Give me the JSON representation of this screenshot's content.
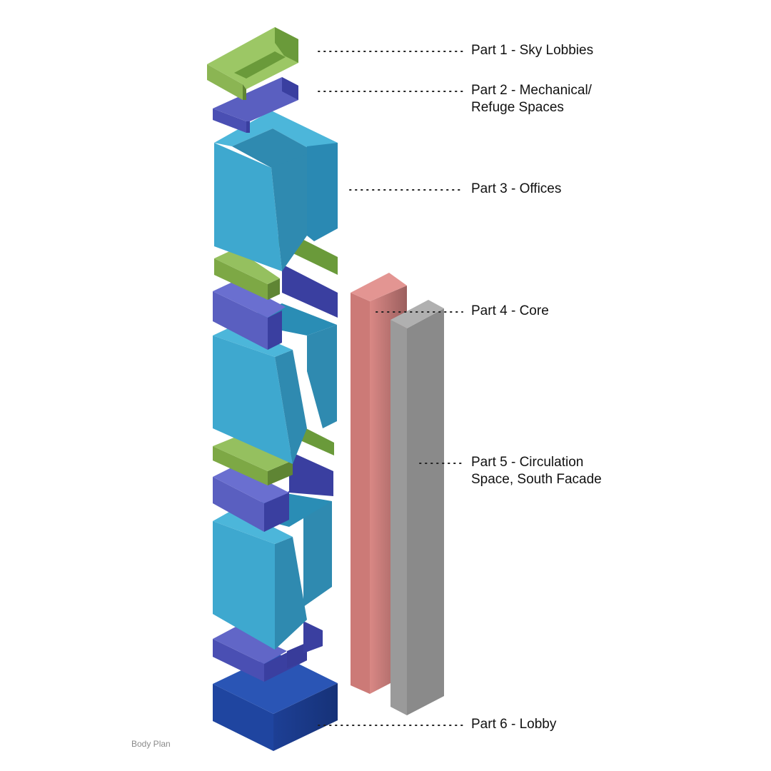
{
  "diagram": {
    "caption": "Body Plan",
    "parts": [
      {
        "id": "part-1",
        "label": "Part 1 - Sky Lobbies",
        "color": "#8bb553"
      },
      {
        "id": "part-2",
        "label": "Part 2 - Mechanical/\nRefuge Spaces",
        "color": "#4a4fb3"
      },
      {
        "id": "part-3",
        "label": "Part 3 - Offices",
        "color": "#3eaad0"
      },
      {
        "id": "part-4",
        "label": "Part 4 - Core",
        "color": "#d8827f"
      },
      {
        "id": "part-5",
        "label": "Part 5 - Circulation\nSpace, South Facade",
        "color": "#8a8a8a"
      },
      {
        "id": "part-6",
        "label": "Part 6 - Lobby",
        "color": "#1d3f94"
      }
    ]
  }
}
